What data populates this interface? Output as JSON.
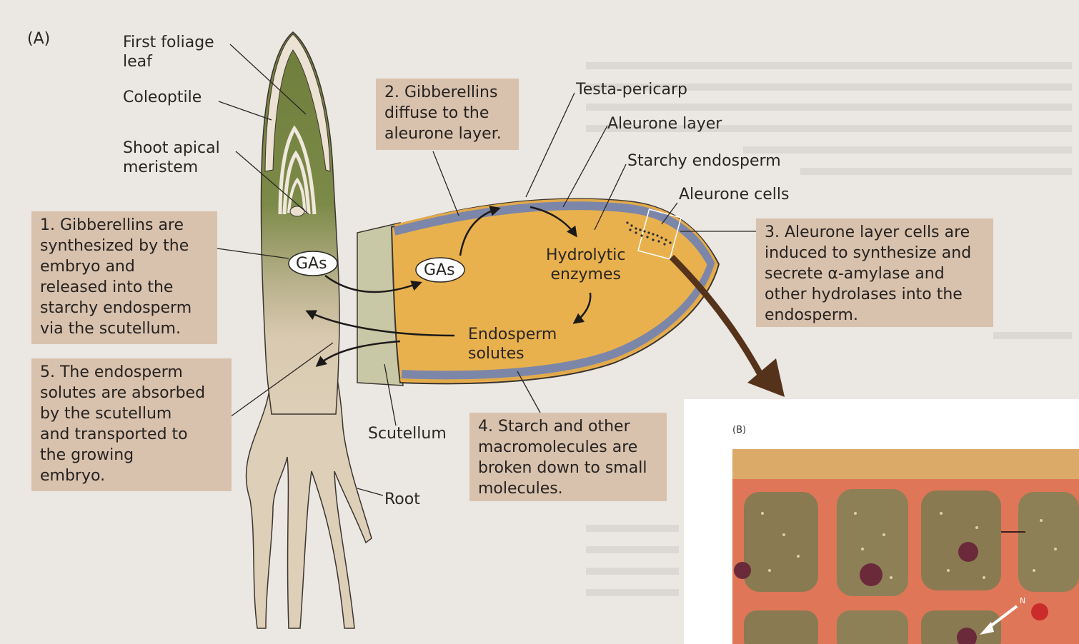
{
  "panel_a": {
    "letter": "(A)",
    "labels": {
      "first_foliage_leaf": "First foliage\nleaf",
      "coleoptile": "Coleoptile",
      "shoot_apical_meristem": "Shoot apical\nmeristem",
      "testa_pericarp": "Testa-pericarp",
      "aleurone_layer": "Aleurone layer",
      "starchy_endosperm": "Starchy endosperm",
      "aleurone_cells": "Aleurone cells",
      "hydrolytic_enzymes": "Hydrolytic\nenzymes",
      "endosperm_solutes": "Endosperm\nsolutes",
      "scutellum": "Scutellum",
      "root": "Root",
      "gas_embryo": "GAs",
      "gas_endosperm": "GAs"
    },
    "steps": {
      "step1": "1. Gibberellins are\nsynthesized by the\nembryo and\nreleased into the\nstarchy endosperm\nvia the scutellum.",
      "step2": "2. Gibberellins\ndiffuse to the\naleurone layer.",
      "step3": "3. Aleurone layer cells are\ninduced to synthesize and\nsecrete α-amylase and\nother hydrolases into the\nendosperm.",
      "step4": "4. Starch and other\nmacromolecules are\nbroken down to small\nmolecules.",
      "step5": "5. The endosperm\nsolutes are absorbed\nby the scutellum\nand transported to\nthe growing\nembryo."
    },
    "colors": {
      "embryo_green": "#6f7d3c",
      "root_tan": "#d9c9b0",
      "endosperm": "#e9b14e",
      "aleurone": "#7c86a8",
      "box": "#d8c2ae",
      "arrow": "#55321a"
    }
  },
  "panel_b": {
    "letter": "(B)",
    "marker": "N",
    "colors": {
      "cell_wall": "#e07658",
      "cytoplasm": "#8a7a52"
    }
  }
}
